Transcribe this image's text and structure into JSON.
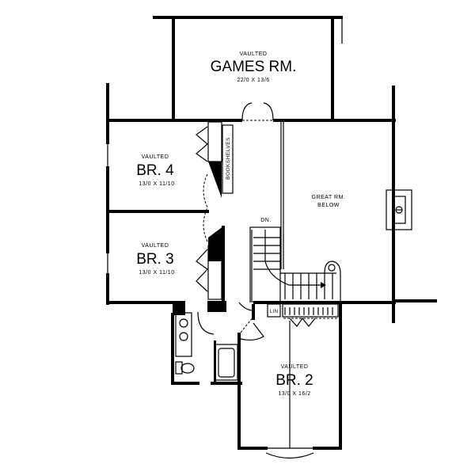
{
  "rooms": {
    "games": {
      "note": "VAULTED",
      "name": "GAMES RM.",
      "size": "22/0 X 13/6"
    },
    "br4": {
      "note": "VAULTED",
      "name": "BR. 4",
      "size": "13/0 X 11/10"
    },
    "br3": {
      "note": "VAULTED",
      "name": "BR. 3",
      "size": "13/0 X 11/10"
    },
    "great": {
      "name": "GREAT RM.",
      "note": "BELOW"
    },
    "br2": {
      "note": "VAULTED",
      "name": "BR. 2",
      "size": "13/0 X 16/2"
    }
  },
  "labels": {
    "bookshelves": "BOOKSHELVES",
    "stairs_down": "DN.",
    "linen": "LIN"
  }
}
